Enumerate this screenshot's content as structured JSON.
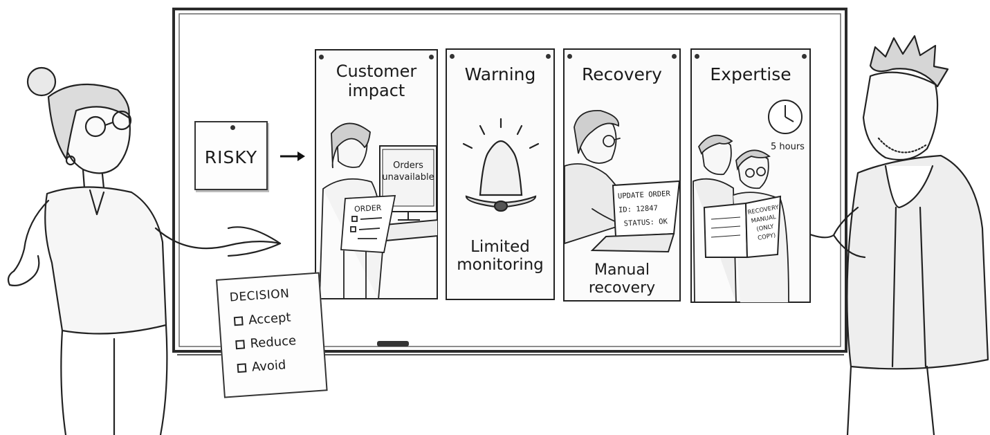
{
  "board": {
    "risky_label": "RISKY"
  },
  "panels": [
    {
      "title": "Customer impact",
      "title_line1": "Customer",
      "title_line2": "impact",
      "screen_line1": "Orders",
      "screen_line2": "unavailable",
      "paper_label": "ORDER"
    },
    {
      "title": "Warning",
      "caption_line1": "Limited",
      "caption_line2": "monitoring"
    },
    {
      "title": "Recovery",
      "caption_line1": "Manual",
      "caption_line2": "recovery",
      "laptop_line1": "UPDATE ORDER",
      "laptop_line2": "ID: 12847",
      "laptop_line3": "STATUS: OK"
    },
    {
      "title": "Expertise",
      "clock_label": "5 hours",
      "manual_line1": "RECOVERY",
      "manual_line2": "MANUAL",
      "manual_line3": "(ONLY COPY)"
    }
  ],
  "decision_sheet": {
    "heading": "DECISION",
    "options": [
      "Accept",
      "Reduce",
      "Avoid"
    ]
  },
  "icons": [
    "arrow-right-icon",
    "bell-icon",
    "clock-icon",
    "checkbox-icon",
    "pin-icon",
    "monitor-icon",
    "laptop-icon",
    "book-icon"
  ],
  "colors": {
    "ink": "#1a1a1a",
    "paper": "#ffffff",
    "board_frame": "#333333"
  }
}
